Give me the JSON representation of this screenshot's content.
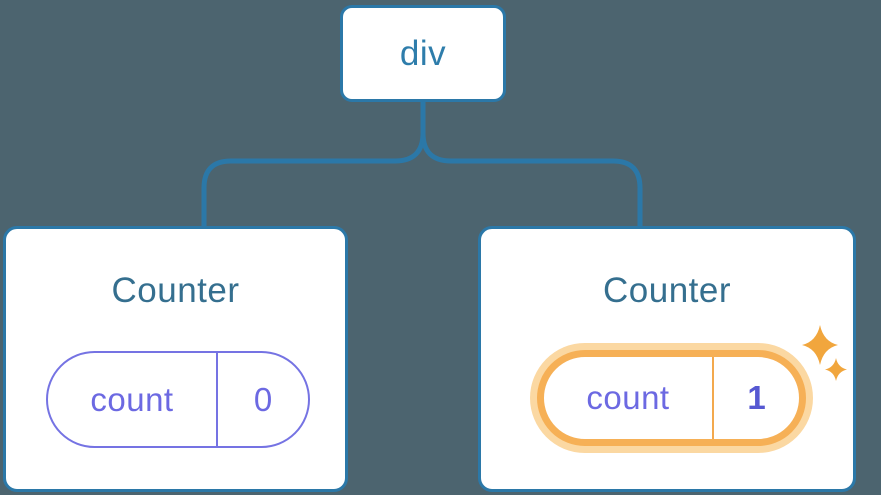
{
  "diagram": {
    "description": "React component tree: a div root with two Counter children; second Counter's count state just updated",
    "root": {
      "label": "div"
    },
    "children": [
      {
        "title": "Counter",
        "state": {
          "key": "count",
          "value": "0"
        },
        "highlighted": false
      },
      {
        "title": "Counter",
        "state": {
          "key": "count",
          "value": "1"
        },
        "highlighted": true
      }
    ],
    "icons": [
      {
        "name": "sparkles-icon",
        "meaning": "state updated highlight"
      }
    ],
    "colors": {
      "background": "#4c646f",
      "line_blue": "#2b78a8",
      "root_label_blue": "#2e7dab",
      "title_teal": "#356f8f",
      "state_purple_text": "#6c69e2",
      "state_purple_border": "#7573e3",
      "state_value_bold_indigo": "#5658d2",
      "highlight_orange": "#f6b056",
      "highlight_glow": "#fbd8a2",
      "sparkle_orange": "#f1a63d",
      "card_background": "#ffffff"
    }
  }
}
